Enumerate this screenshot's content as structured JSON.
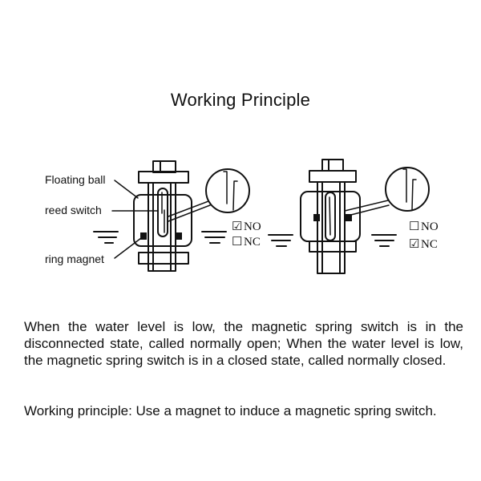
{
  "title": "Working Principle",
  "labels": {
    "floating_ball": "Floating ball",
    "reed_switch": "reed switch",
    "ring_magnet": "ring magnet"
  },
  "states": {
    "left": {
      "no": "NO",
      "nc": "NC",
      "checked": "no"
    },
    "right": {
      "no": "NO",
      "nc": "NC",
      "checked": "nc"
    }
  },
  "glyphs": {
    "checked": "☑",
    "unchecked": "☐"
  },
  "paragraphs": [
    "When the water level is low, the magnetic spring switch is in the disconnected state, called normally open; When the water level is low, the magnetic spring switch is in a closed state, called normally closed.",
    "Working principle: Use a magnet to induce a magnetic spring switch."
  ],
  "colors": {
    "ink": "#111111",
    "background": "#ffffff"
  }
}
